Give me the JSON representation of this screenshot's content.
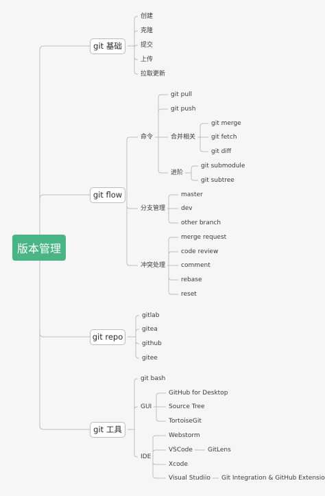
{
  "diagram": {
    "root": {
      "id": "root",
      "label": "版本管理",
      "children": [
        {
          "id": "basics",
          "label": "git 基础",
          "children": [
            {
              "id": "b-create",
              "label": "创建"
            },
            {
              "id": "b-clone",
              "label": "克隆"
            },
            {
              "id": "b-commit",
              "label": "提交"
            },
            {
              "id": "b-push",
              "label": "上传"
            },
            {
              "id": "b-pull",
              "label": "拉取更新"
            }
          ]
        },
        {
          "id": "flow",
          "label": "git flow",
          "children": [
            {
              "id": "f-cmd",
              "label": "命令",
              "children": [
                {
                  "id": "c-pull",
                  "label": "git pull"
                },
                {
                  "id": "c-push",
                  "label": "git push"
                },
                {
                  "id": "c-merge",
                  "label": "合并相关",
                  "children": [
                    {
                      "id": "m-merge",
                      "label": "git merge"
                    },
                    {
                      "id": "m-fetch",
                      "label": "git fetch"
                    },
                    {
                      "id": "m-diff",
                      "label": "git diff"
                    }
                  ]
                },
                {
                  "id": "c-adv",
                  "label": "进阶",
                  "children": [
                    {
                      "id": "a-sub",
                      "label": "git submodule"
                    },
                    {
                      "id": "a-tree",
                      "label": "git subtree"
                    }
                  ]
                }
              ]
            },
            {
              "id": "f-branch",
              "label": "分支管理",
              "children": [
                {
                  "id": "br-master",
                  "label": "master"
                },
                {
                  "id": "br-dev",
                  "label": "dev"
                },
                {
                  "id": "br-other",
                  "label": "other branch"
                }
              ]
            },
            {
              "id": "f-conflict",
              "label": "冲突处理",
              "children": [
                {
                  "id": "cf-mr",
                  "label": "merge request"
                },
                {
                  "id": "cf-cr",
                  "label": "code review"
                },
                {
                  "id": "cf-cm",
                  "label": "comment"
                },
                {
                  "id": "cf-rb",
                  "label": "rebase"
                },
                {
                  "id": "cf-rs",
                  "label": "reset"
                }
              ]
            }
          ]
        },
        {
          "id": "repo",
          "label": "git repo",
          "children": [
            {
              "id": "r-gitlab",
              "label": "gitlab"
            },
            {
              "id": "r-gitea",
              "label": "gitea"
            },
            {
              "id": "r-github",
              "label": "github"
            },
            {
              "id": "r-gitee",
              "label": "gitee"
            }
          ]
        },
        {
          "id": "tools",
          "label": "git 工具",
          "children": [
            {
              "id": "t-bash",
              "label": "git bash"
            },
            {
              "id": "t-gui",
              "label": "GUI",
              "children": [
                {
                  "id": "g-desktop",
                  "label": "GitHub for Desktop"
                },
                {
                  "id": "g-st",
                  "label": "Source Tree"
                },
                {
                  "id": "g-tg",
                  "label": "TortoiseGit"
                }
              ]
            },
            {
              "id": "t-ide",
              "label": "IDE",
              "children": [
                {
                  "id": "i-ws",
                  "label": "Webstorm"
                },
                {
                  "id": "i-vsc",
                  "label": "VSCode",
                  "children": [
                    {
                      "id": "i-lens",
                      "label": "GitLens"
                    }
                  ]
                },
                {
                  "id": "i-xcode",
                  "label": "Xcode"
                },
                {
                  "id": "i-vs",
                  "label": "Visual Studiio",
                  "children": [
                    {
                      "id": "i-ext",
                      "label": "Git Integration & GitHub Extension"
                    }
                  ]
                }
              ]
            }
          ]
        }
      ]
    },
    "colors": {
      "root_fill": "#48b684",
      "line": "#bdbdbd",
      "background": "#f6f6f6"
    }
  }
}
